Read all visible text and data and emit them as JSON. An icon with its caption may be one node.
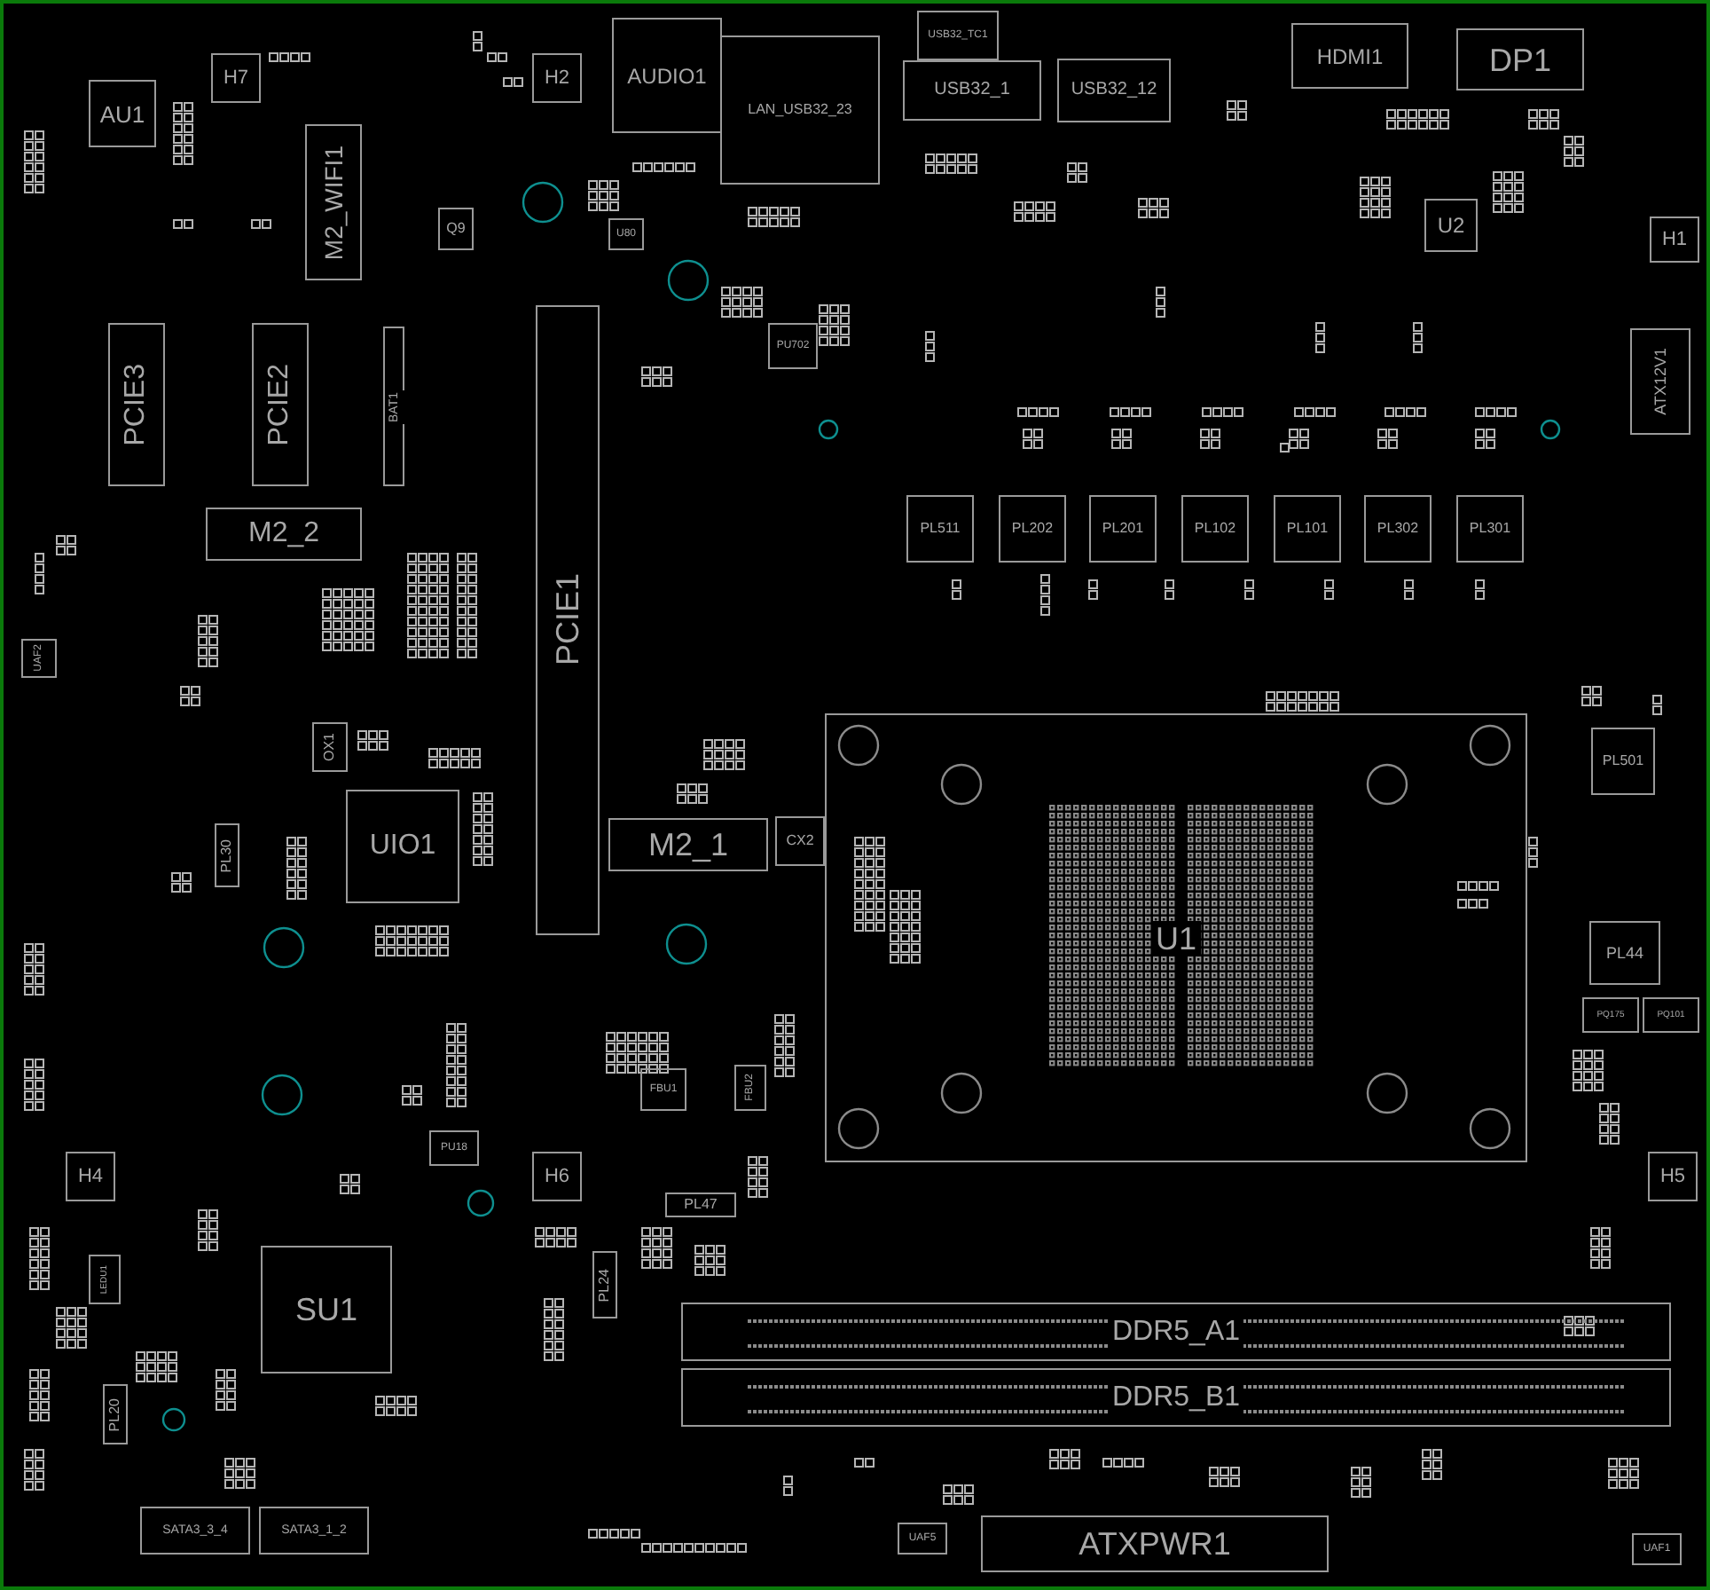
{
  "diagram": {
    "nodes": [
      {
        "text": [
          "AU1"
        ]
      },
      {
        "text": [
          "H7"
        ]
      },
      {
        "text": [
          "M2_WIFI1"
        ]
      },
      {
        "text": [
          "H2"
        ]
      },
      {
        "text": [
          "AUDIO1"
        ]
      },
      {
        "text": [
          "LAN_USB32_23"
        ]
      },
      {
        "text": [
          "Q9"
        ]
      },
      {
        "text": [
          "U80"
        ]
      },
      {
        "text": [
          "PCIE3"
        ]
      },
      {
        "text": [
          "PCIE2"
        ]
      },
      {
        "text": [
          "BAT1"
        ]
      },
      {
        "text": [
          "PU702"
        ]
      },
      {
        "text": [
          "USB32_TC1"
        ]
      },
      {
        "text": [
          "USB32_1"
        ]
      },
      {
        "text": [
          "USB32_12"
        ]
      },
      {
        "text": [
          "HDMI1"
        ]
      },
      {
        "text": [
          "DP1"
        ]
      },
      {
        "text": [
          "U2"
        ]
      },
      {
        "text": [
          "H1"
        ]
      },
      {
        "text": [
          "ATX12V1"
        ]
      },
      {
        "text": [
          "PL511"
        ]
      },
      {
        "text": [
          "PL202"
        ]
      },
      {
        "text": [
          "PL201"
        ]
      },
      {
        "text": [
          "PL102"
        ]
      },
      {
        "text": [
          "PL101"
        ]
      },
      {
        "text": [
          "PL302"
        ]
      },
      {
        "text": [
          "PL301"
        ]
      },
      {
        "text": [
          "PCIE1"
        ]
      },
      {
        "text": [
          "M2_2"
        ]
      },
      {
        "text": [
          "UAF2"
        ]
      },
      {
        "text": [
          "OX1"
        ]
      },
      {
        "text": [
          "UIO1"
        ]
      },
      {
        "text": [
          "PL30"
        ]
      },
      {
        "text": [
          "M2_1"
        ]
      },
      {
        "text": [
          "CX2"
        ]
      },
      {
        "text": [
          "U1"
        ]
      },
      {
        "text": [
          "PL501"
        ]
      },
      {
        "text": [
          "PL44"
        ]
      },
      {
        "text": [
          "PQ175"
        ]
      },
      {
        "text": [
          "PQ101"
        ]
      },
      {
        "text": [
          "H4"
        ]
      },
      {
        "text": [
          "H6"
        ]
      },
      {
        "text": [
          "H5"
        ]
      },
      {
        "text": [
          "PU18"
        ]
      },
      {
        "text": [
          "FBU1"
        ]
      },
      {
        "text": [
          "FBU2"
        ]
      },
      {
        "text": [
          "PL47"
        ]
      },
      {
        "text": [
          "SU1"
        ]
      },
      {
        "text": [
          "PL24"
        ]
      },
      {
        "text": [
          "PL20"
        ]
      },
      {
        "text": [
          "LEDU1"
        ]
      },
      {
        "text": [
          "SATA3_3_4"
        ]
      },
      {
        "text": [
          "SATA3_1_2"
        ]
      },
      {
        "text": [
          "DDR5_A1"
        ]
      },
      {
        "text": [
          "DDR5_B1"
        ]
      },
      {
        "text": [
          "ATXPWR1"
        ]
      },
      {
        "text": [
          "UAF5"
        ]
      },
      {
        "text": [
          "UAF1"
        ]
      }
    ]
  }
}
